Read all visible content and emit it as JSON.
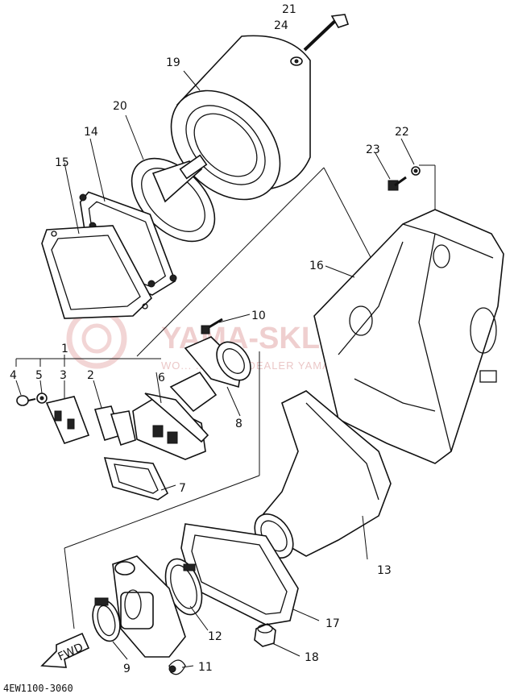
{
  "watermark": {
    "brand": "YAMA-SKLEP.PL",
    "dealer_line": "WO... ...WICZ | DEALER YAMAHA"
  },
  "diagram_code": "4EW1100-3060",
  "fwd_label": "FWD",
  "callouts": [
    "1",
    "2",
    "3",
    "4",
    "5",
    "6",
    "7",
    "8",
    "9",
    "10",
    "11",
    "12",
    "13",
    "14",
    "15",
    "16",
    "17",
    "18",
    "19",
    "20",
    "21",
    "22",
    "23",
    "24"
  ],
  "colors": {
    "line": "#111111",
    "watermark": "#e3b0b0"
  }
}
